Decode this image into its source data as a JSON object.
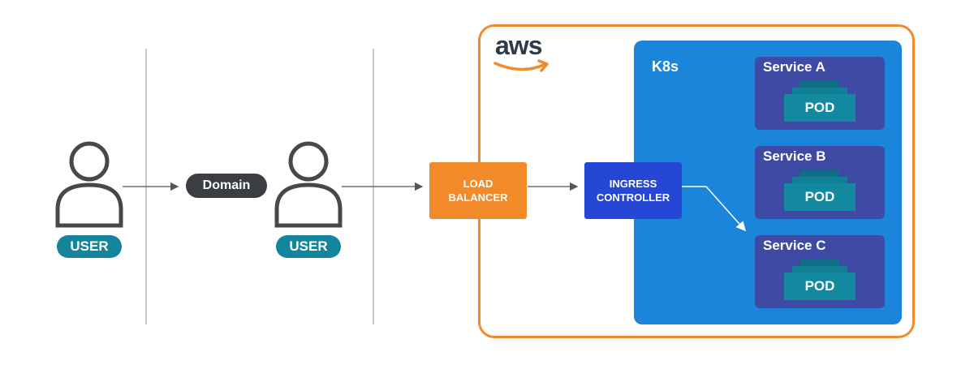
{
  "users": [
    {
      "label": "USER"
    },
    {
      "label": "USER"
    }
  ],
  "domain": {
    "label": "Domain"
  },
  "aws": {
    "logo_text": "aws"
  },
  "k8s": {
    "label": "K8s"
  },
  "load_balancer": {
    "label": "LOAD\nBALANCER"
  },
  "ingress": {
    "label": "INGRESS\nCONTROLLER"
  },
  "services": [
    {
      "name": "Service A",
      "pod": "POD"
    },
    {
      "name": "Service B",
      "pod": "POD"
    },
    {
      "name": "Service C",
      "pod": "POD"
    }
  ],
  "colors": {
    "aws_border": "#f28a2a",
    "k8s_bg": "#1a85da",
    "load_balancer": "#f28a2a",
    "ingress": "#2647d6",
    "service_bg": "#3e4aa3",
    "pod": "#13899f",
    "user_label": "#13849a",
    "domain_pill": "#3a3d41"
  }
}
